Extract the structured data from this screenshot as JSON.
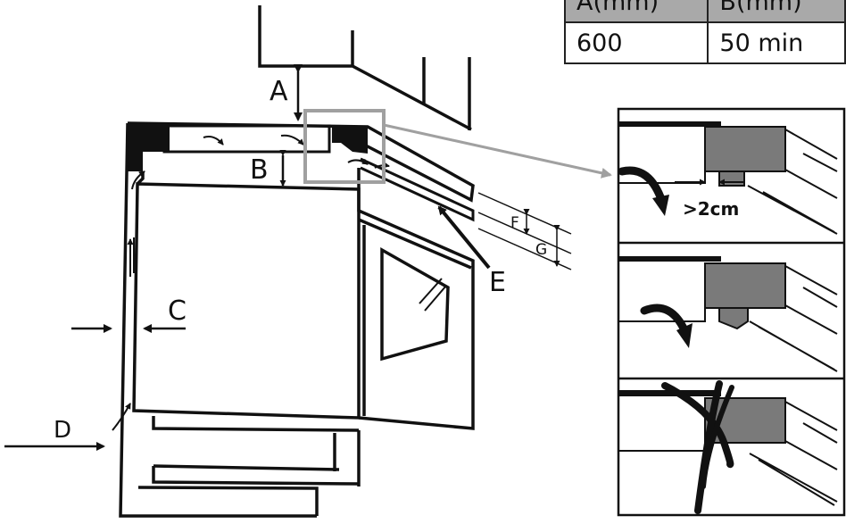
{
  "table": {
    "headers": [
      "A(mm)",
      "B(mm)"
    ],
    "row": [
      "600",
      "50 min"
    ]
  },
  "labels": {
    "A": "A",
    "B": "B",
    "C": "C",
    "D": "D",
    "E": "E",
    "F": "F",
    "G": "G",
    "gap": ">2cm"
  },
  "colors": {
    "line": "#111111",
    "gray_block": "#7a7a7a",
    "callout_box": "#a0a0a0",
    "table_header": "#a9a9a9"
  }
}
